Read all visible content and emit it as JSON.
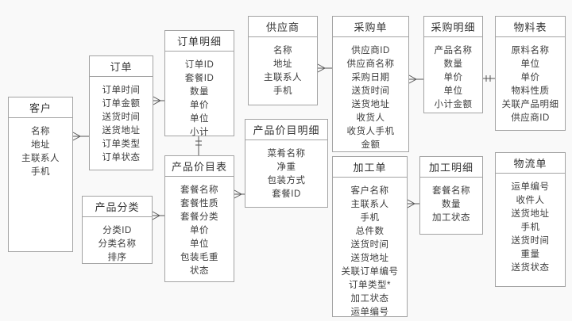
{
  "diagram": {
    "kind": "entity-relationship",
    "line_color": "#555555",
    "box_border_color": "#a3a3a3",
    "box_fill_color": "#ffffff",
    "entities": [
      {
        "id": "customer",
        "title": "客户",
        "fields": [
          "名称",
          "地址",
          "主联系人",
          "手机"
        ]
      },
      {
        "id": "order",
        "title": "订单",
        "fields": [
          "订单时间",
          "订单金额",
          "送货时间",
          "送货地址",
          "订单类型",
          "订单状态"
        ]
      },
      {
        "id": "order-detail",
        "title": "订单明细",
        "fields": [
          "订单ID",
          "套餐ID",
          "数量",
          "单价",
          "单位",
          "小计"
        ]
      },
      {
        "id": "supplier",
        "title": "供应商",
        "fields": [
          "名称",
          "地址",
          "主联系人",
          "手机"
        ]
      },
      {
        "id": "purchase-order",
        "title": "采购单",
        "fields": [
          "供应商ID",
          "供应商名称",
          "采购日期",
          "送货时间",
          "送货地址",
          "收货人",
          "收货人手机",
          "金额"
        ]
      },
      {
        "id": "purchase-detail",
        "title": "采购明细",
        "fields": [
          "产品名称",
          "数量",
          "单价",
          "单位",
          "小计金额"
        ]
      },
      {
        "id": "material",
        "title": "物料表",
        "fields": [
          "原料名称",
          "单位",
          "单价",
          "物料性质",
          "关联产品明细",
          "供应商ID"
        ]
      },
      {
        "id": "price-detail",
        "title": "产品价目明细",
        "fields": [
          "菜肴名称",
          "净重",
          "包装方式",
          "套餐ID"
        ]
      },
      {
        "id": "price-list",
        "title": "产品价目表",
        "fields": [
          "套餐名称",
          "套餐性质",
          "套餐分类",
          "单价",
          "单位",
          "包装毛重",
          "状态"
        ]
      },
      {
        "id": "category",
        "title": "产品分类",
        "fields": [
          "分类ID",
          "分类名称",
          "排序"
        ]
      },
      {
        "id": "process-order",
        "title": "加工单",
        "fields": [
          "客户名称",
          "主联系人",
          "手机",
          "总件数",
          "送货时间",
          "送货地址",
          "关联订单编号",
          "订单类型*",
          "加工状态",
          "运单编号"
        ]
      },
      {
        "id": "process-detail",
        "title": "加工明细",
        "fields": [
          "套餐名称",
          "数量",
          "加工状态"
        ]
      },
      {
        "id": "logistics",
        "title": "物流单",
        "fields": [
          "运单编号",
          "收件人",
          "送货地址",
          "手机",
          "送货时间",
          "重量",
          "送货状态"
        ]
      }
    ],
    "relationships": [
      {
        "from": "customer",
        "to": "order",
        "type": "crow-foot"
      },
      {
        "from": "order",
        "to": "order-detail",
        "type": "crow-foot"
      },
      {
        "from": "order-detail",
        "to": "price-list",
        "type": "one-one"
      },
      {
        "from": "category",
        "to": "price-list",
        "type": "crow-foot"
      },
      {
        "from": "price-list",
        "to": "price-detail",
        "type": "crow-foot"
      },
      {
        "from": "supplier",
        "to": "purchase-order",
        "type": "crow-foot"
      },
      {
        "from": "purchase-order",
        "to": "purchase-detail",
        "type": "crow-foot"
      },
      {
        "from": "purchase-detail",
        "to": "material",
        "type": "one-one"
      },
      {
        "from": "process-order",
        "to": "process-detail",
        "type": "crow-foot"
      }
    ]
  }
}
